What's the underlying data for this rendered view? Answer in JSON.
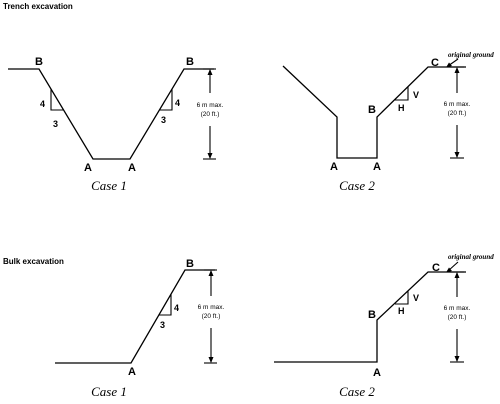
{
  "sections": {
    "trench": "Trench excavation",
    "bulk": "Bulk excavation"
  },
  "cases": {
    "case1": "Case 1",
    "case2": "Case 2"
  },
  "points": {
    "A": "A",
    "B": "B",
    "C": "C"
  },
  "ratios": {
    "vertical_4": "4",
    "horizontal_3": "3",
    "V": "V",
    "H": "H"
  },
  "dimension": {
    "line1": "6 m max.",
    "line2": "(20 ft.)"
  },
  "annotation": "original ground"
}
